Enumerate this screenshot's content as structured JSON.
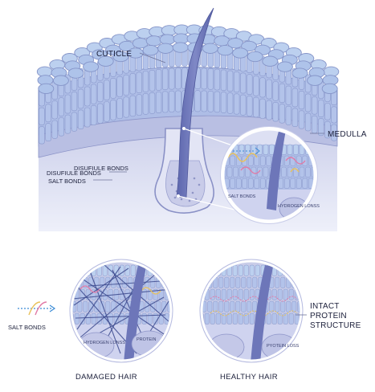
{
  "labels": {
    "cuticle": "CUTICLE",
    "medulla": "MEDULLA",
    "disulfide_bonds_1": "DISUFIULE BONDS",
    "disulfide_bonds_2": "DISUFIULE BONDS",
    "salt_bonds_main": "SALT BONDS",
    "zoom_salt_bonds": "SALT BONDS",
    "zoom_hydrogen": "HYDROGEN LONSS",
    "damaged_salt_bonds": "SALT BONDS",
    "damaged_hydrogen": "HYDROGEN LONSS",
    "damaged_protein": "PROTEIN",
    "healthy_intact_1": "INTACT",
    "healthy_intact_2": "PROTEIN",
    "healthy_intact_3": "STRUCTURE",
    "healthy_protein_loss": "PYOTEIN LOSS",
    "damaged_caption": "DAMAGED HAIR",
    "healthy_caption": "HEALTHY HAIR"
  },
  "colors": {
    "scalp": "#c9cdea",
    "deep_skin": "#dde0f3",
    "cells": "#b6c5ea",
    "cell_stroke": "#8594c8",
    "shaft": "#6d76b9",
    "bulb": "#c5c8e8",
    "accent_pink": "#e17aa6",
    "accent_yellow": "#e9c25a",
    "accent_blue": "#3b8bd6"
  }
}
